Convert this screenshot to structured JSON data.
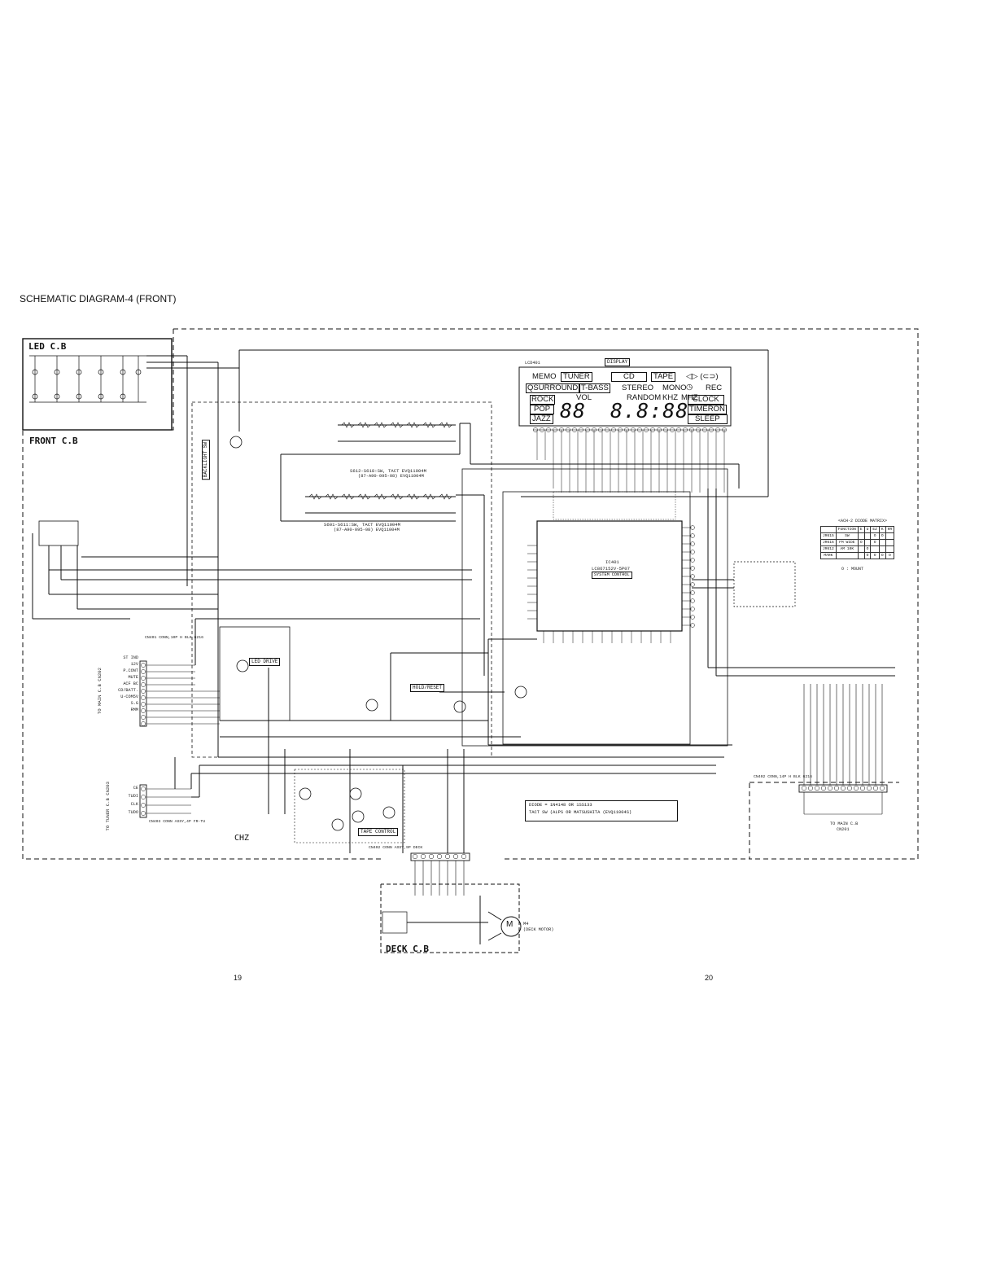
{
  "title": "SCHEMATIC DIAGRAM-4 (FRONT)",
  "boards": {
    "led": "LED C.B",
    "front": "FRONT C.B",
    "deck": "DECK C.B",
    "chz": "CHZ"
  },
  "lcd": {
    "ref": "LCD401",
    "display_label": "DISPLAY",
    "row1": [
      "MEMO",
      "TUNER",
      "CD",
      "TAPE",
      "REC"
    ],
    "row2": [
      "SURROUND",
      "T-BASS",
      "STEREO",
      "MONO"
    ],
    "row3": [
      "ROCK",
      "VOL",
      "RANDOM",
      "KHZ",
      "MHZ",
      "CLOCK"
    ],
    "row4": [
      "POP",
      "TIMERON"
    ],
    "row5": [
      "JAZZ",
      "SLEEP"
    ],
    "digits_left": "88",
    "digits_right": "8.8:88"
  },
  "ic": {
    "ref": "IC401",
    "part": "LC867152V-5P07",
    "function": "SYSTEM CONTROL"
  },
  "blocks": {
    "led_drive": "LED DRIVE",
    "hold_reset": "HOLD/RESET",
    "tape_control": "TAPE CONTROL",
    "backlight_sw": "BACKLIGHT SW"
  },
  "switch_notes": {
    "upper": "S612-S618:SW, TACT EVQ11004M",
    "upper_part": "(87-A90-095-08) EVQ11004M",
    "lower": "S601-S611:SW, TACT EVQ11004M",
    "lower_part": "(87-A90-095-08) EVQ11004M"
  },
  "matrix": {
    "title": "<ACH-2 DIODE MATRIX>",
    "headers": [
      "",
      "FUNCTION",
      "E",
      "U",
      "EZ",
      "K",
      "HR"
    ],
    "rows": [
      [
        "JR615",
        "SW",
        "",
        "",
        "O",
        "O",
        ""
      ],
      [
        "JR616",
        "FM WIDE",
        "O",
        "",
        "O",
        "",
        ""
      ],
      [
        "JR612",
        "AM 10K",
        "",
        "O",
        "",
        "",
        ""
      ],
      [
        "MARK",
        "",
        "",
        "O",
        "O",
        "O",
        "O"
      ]
    ],
    "note": "O : MOUNT"
  },
  "diode_note": {
    "line1": "DIODE = 1N4148 OR 1SS133",
    "line2": "TACT SW (ALPS OR MATSUSHITA (EVQ11004S)"
  },
  "connectors": {
    "to_main": "TO MAIN C.B CN202",
    "cn401": "CN401 CONN,10P H BLK 6216",
    "to_tuner": "TO TUNER C.B CN203",
    "cn403": "CN403 CONN ASSY,4P FR-TU",
    "cn402": "CN402 CONN ASSY,9P DECK",
    "cn402b": "CN402 CONN,14P H BLK 6216",
    "to_main_bottom": "TO MAIN C.B",
    "cn201": "CN201"
  },
  "main_pins": [
    "ST IND",
    "12V",
    "P.CONT",
    "MUTE",
    "ACF BC",
    "CD/BATT.",
    "U-COM5V",
    "S.G",
    "RMM"
  ],
  "tuner_pins": [
    "CE",
    "TUDI",
    "CLK",
    "TUDO"
  ],
  "motor": {
    "ref": "M4",
    "label": "(DECK MOTOR)"
  },
  "page_left": "19",
  "page_right": "20"
}
